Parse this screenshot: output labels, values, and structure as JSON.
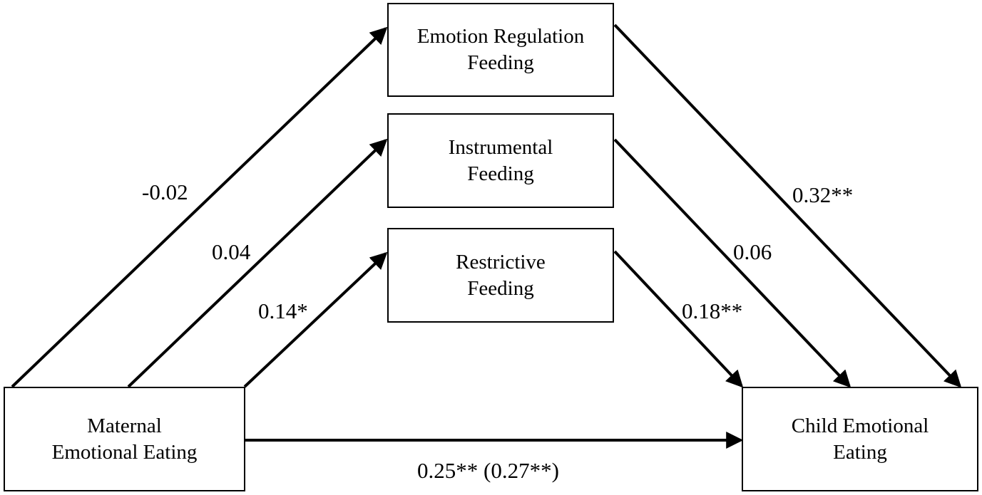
{
  "nodes": {
    "emotion_regulation": {
      "line1": "Emotion Regulation",
      "line2": "Feeding"
    },
    "instrumental": {
      "line1": "Instrumental",
      "line2": "Feeding"
    },
    "restrictive": {
      "line1": "Restrictive",
      "line2": "Feeding"
    },
    "maternal": {
      "line1": "Maternal",
      "line2": "Emotional Eating"
    },
    "child": {
      "line1": "Child Emotional",
      "line2": "Eating"
    }
  },
  "paths": {
    "maternal_to_emotion_regulation": "-0.02",
    "maternal_to_instrumental": "0.04",
    "maternal_to_restrictive": "0.14*",
    "emotion_regulation_to_child": "0.32**",
    "instrumental_to_child": "0.06",
    "restrictive_to_child": "0.18**",
    "maternal_to_child": "0.25** (0.27**)"
  },
  "colors": {
    "line": "#000000",
    "background": "#ffffff"
  }
}
